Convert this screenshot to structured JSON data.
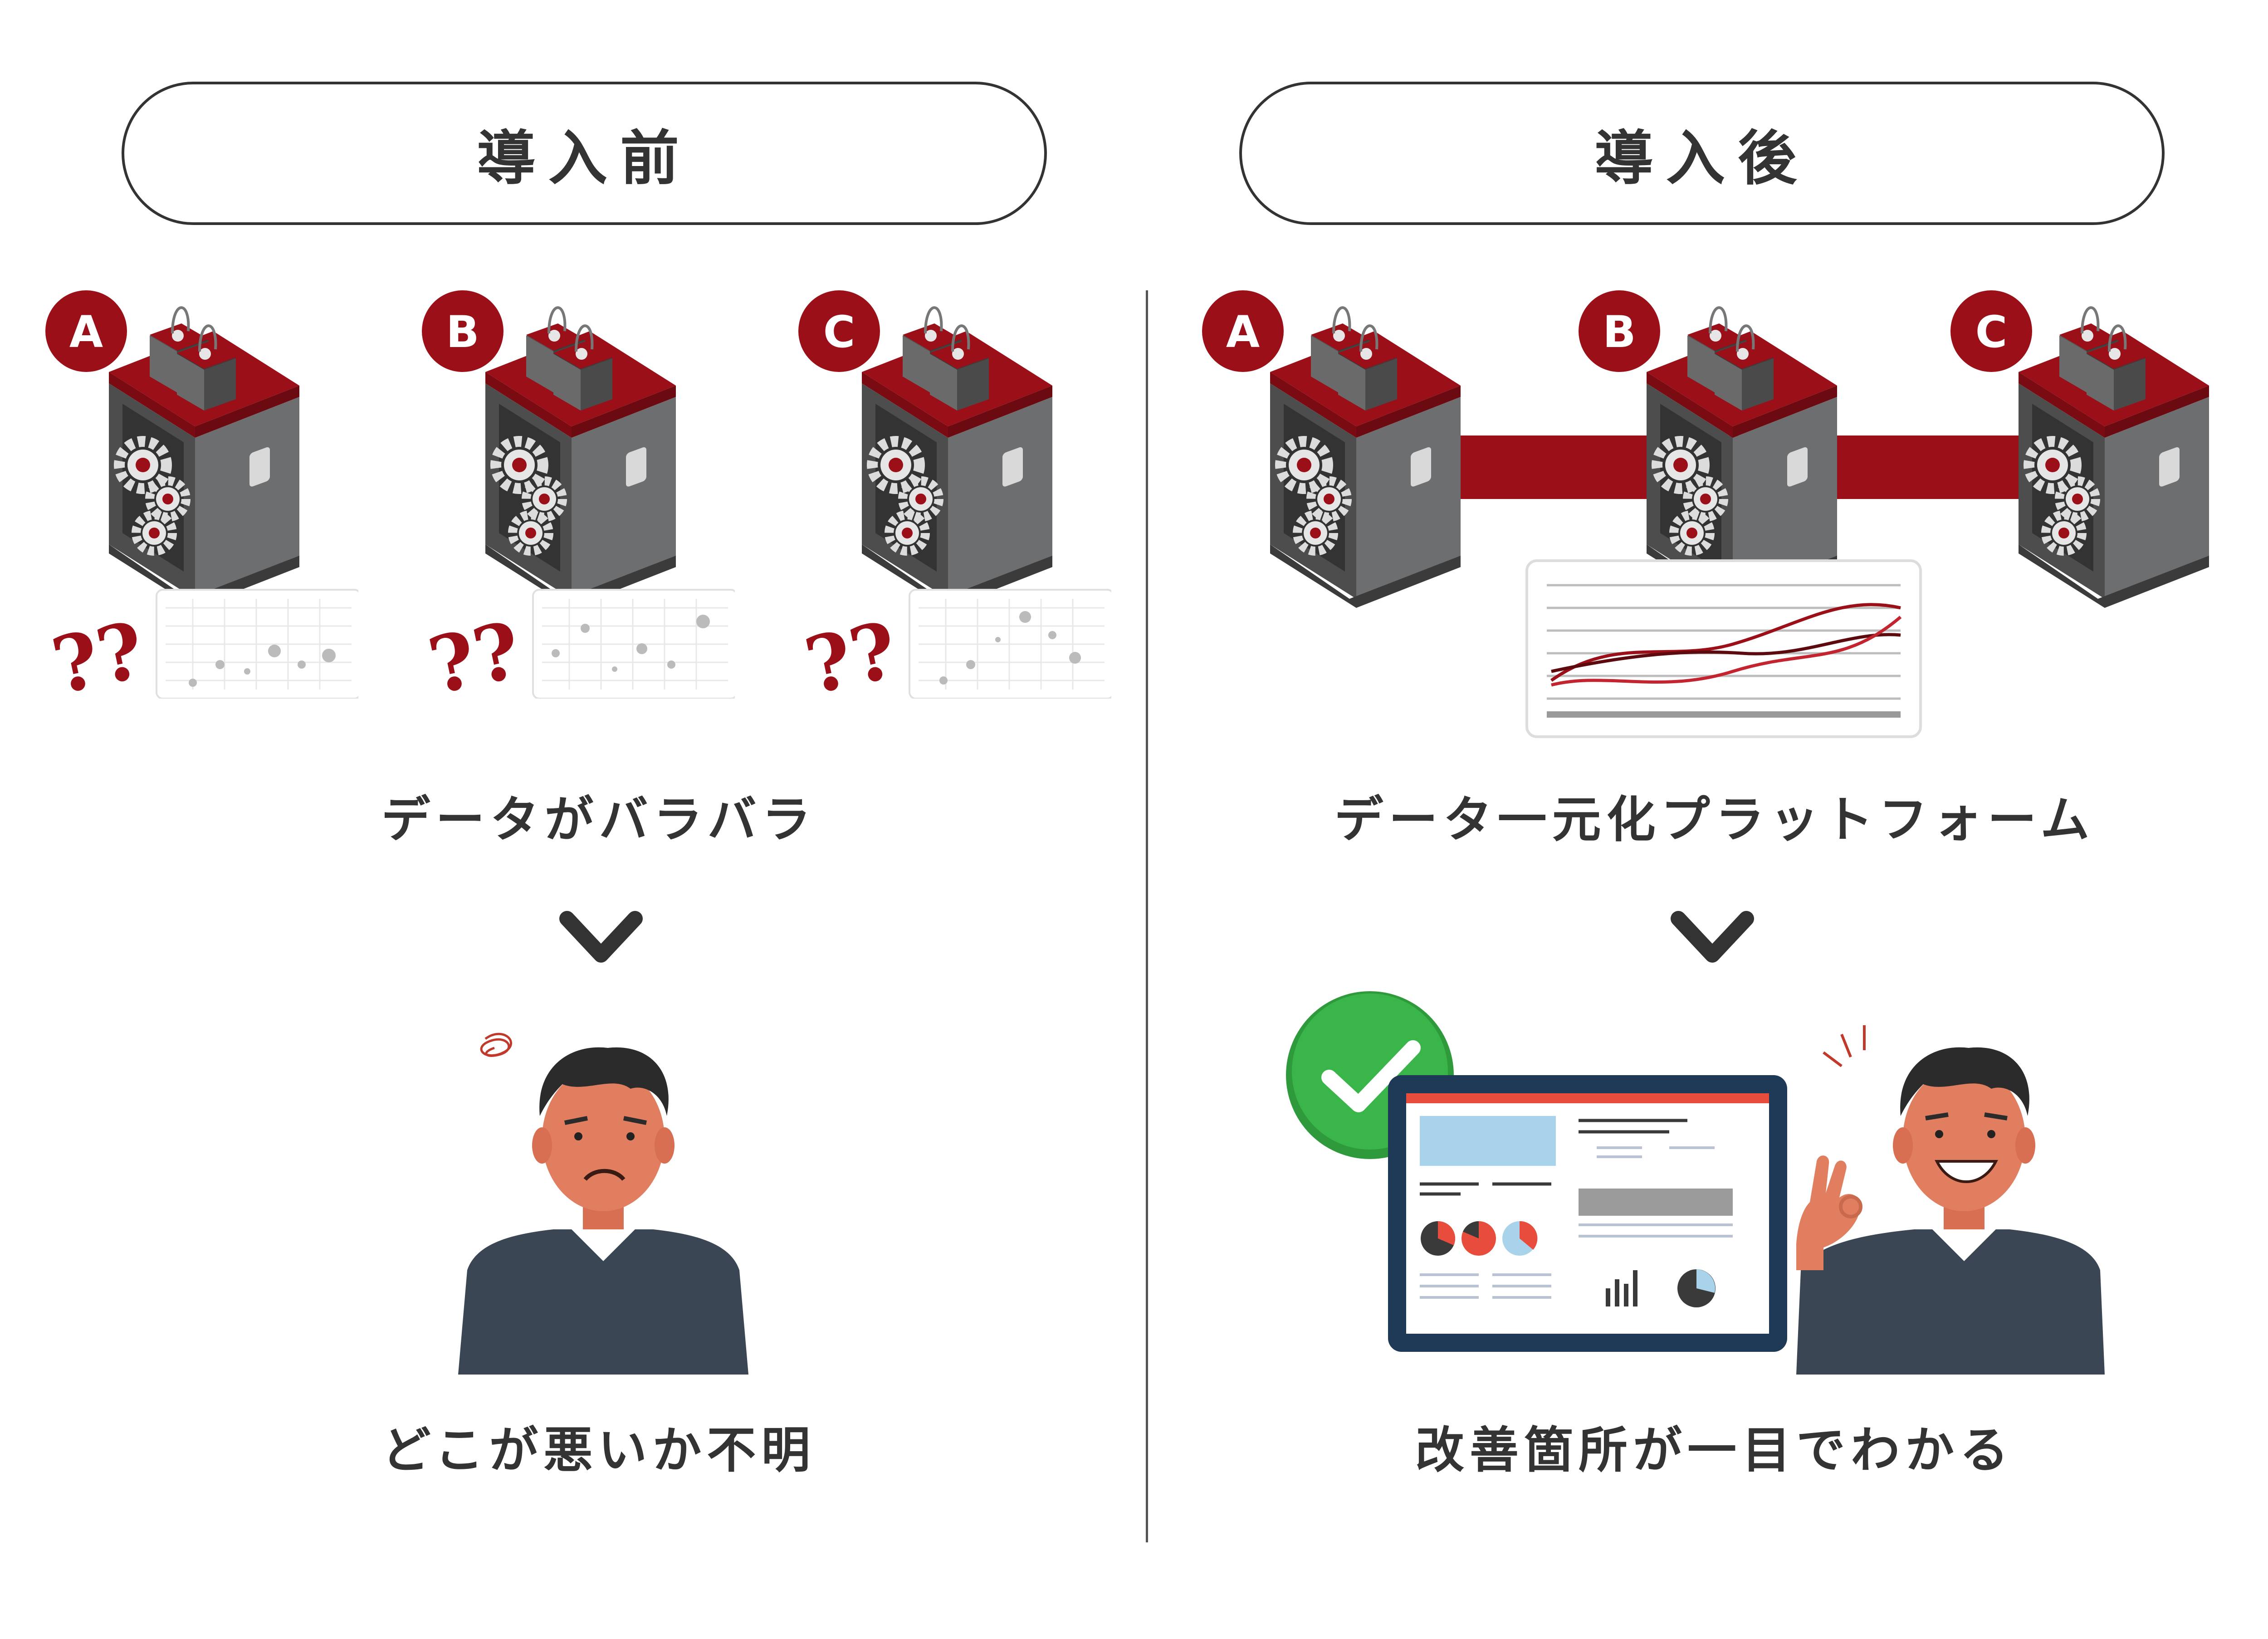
{
  "before": {
    "title": "導入前",
    "machines": [
      "A",
      "B",
      "C"
    ],
    "question_marks": "??",
    "caption_1": "データがバラバラ",
    "caption_2": "どこが悪いか不明"
  },
  "after": {
    "title": "導入後",
    "machines": [
      "A",
      "B",
      "C"
    ],
    "caption_1": "データ一元化プラットフォーム",
    "caption_2": "改善箇所が一目でわかる"
  },
  "colors": {
    "accent": "#9b0f18",
    "gray_dark": "#58595b",
    "check_green": "#3ab54a",
    "tablet_frame": "#1f3a57"
  }
}
